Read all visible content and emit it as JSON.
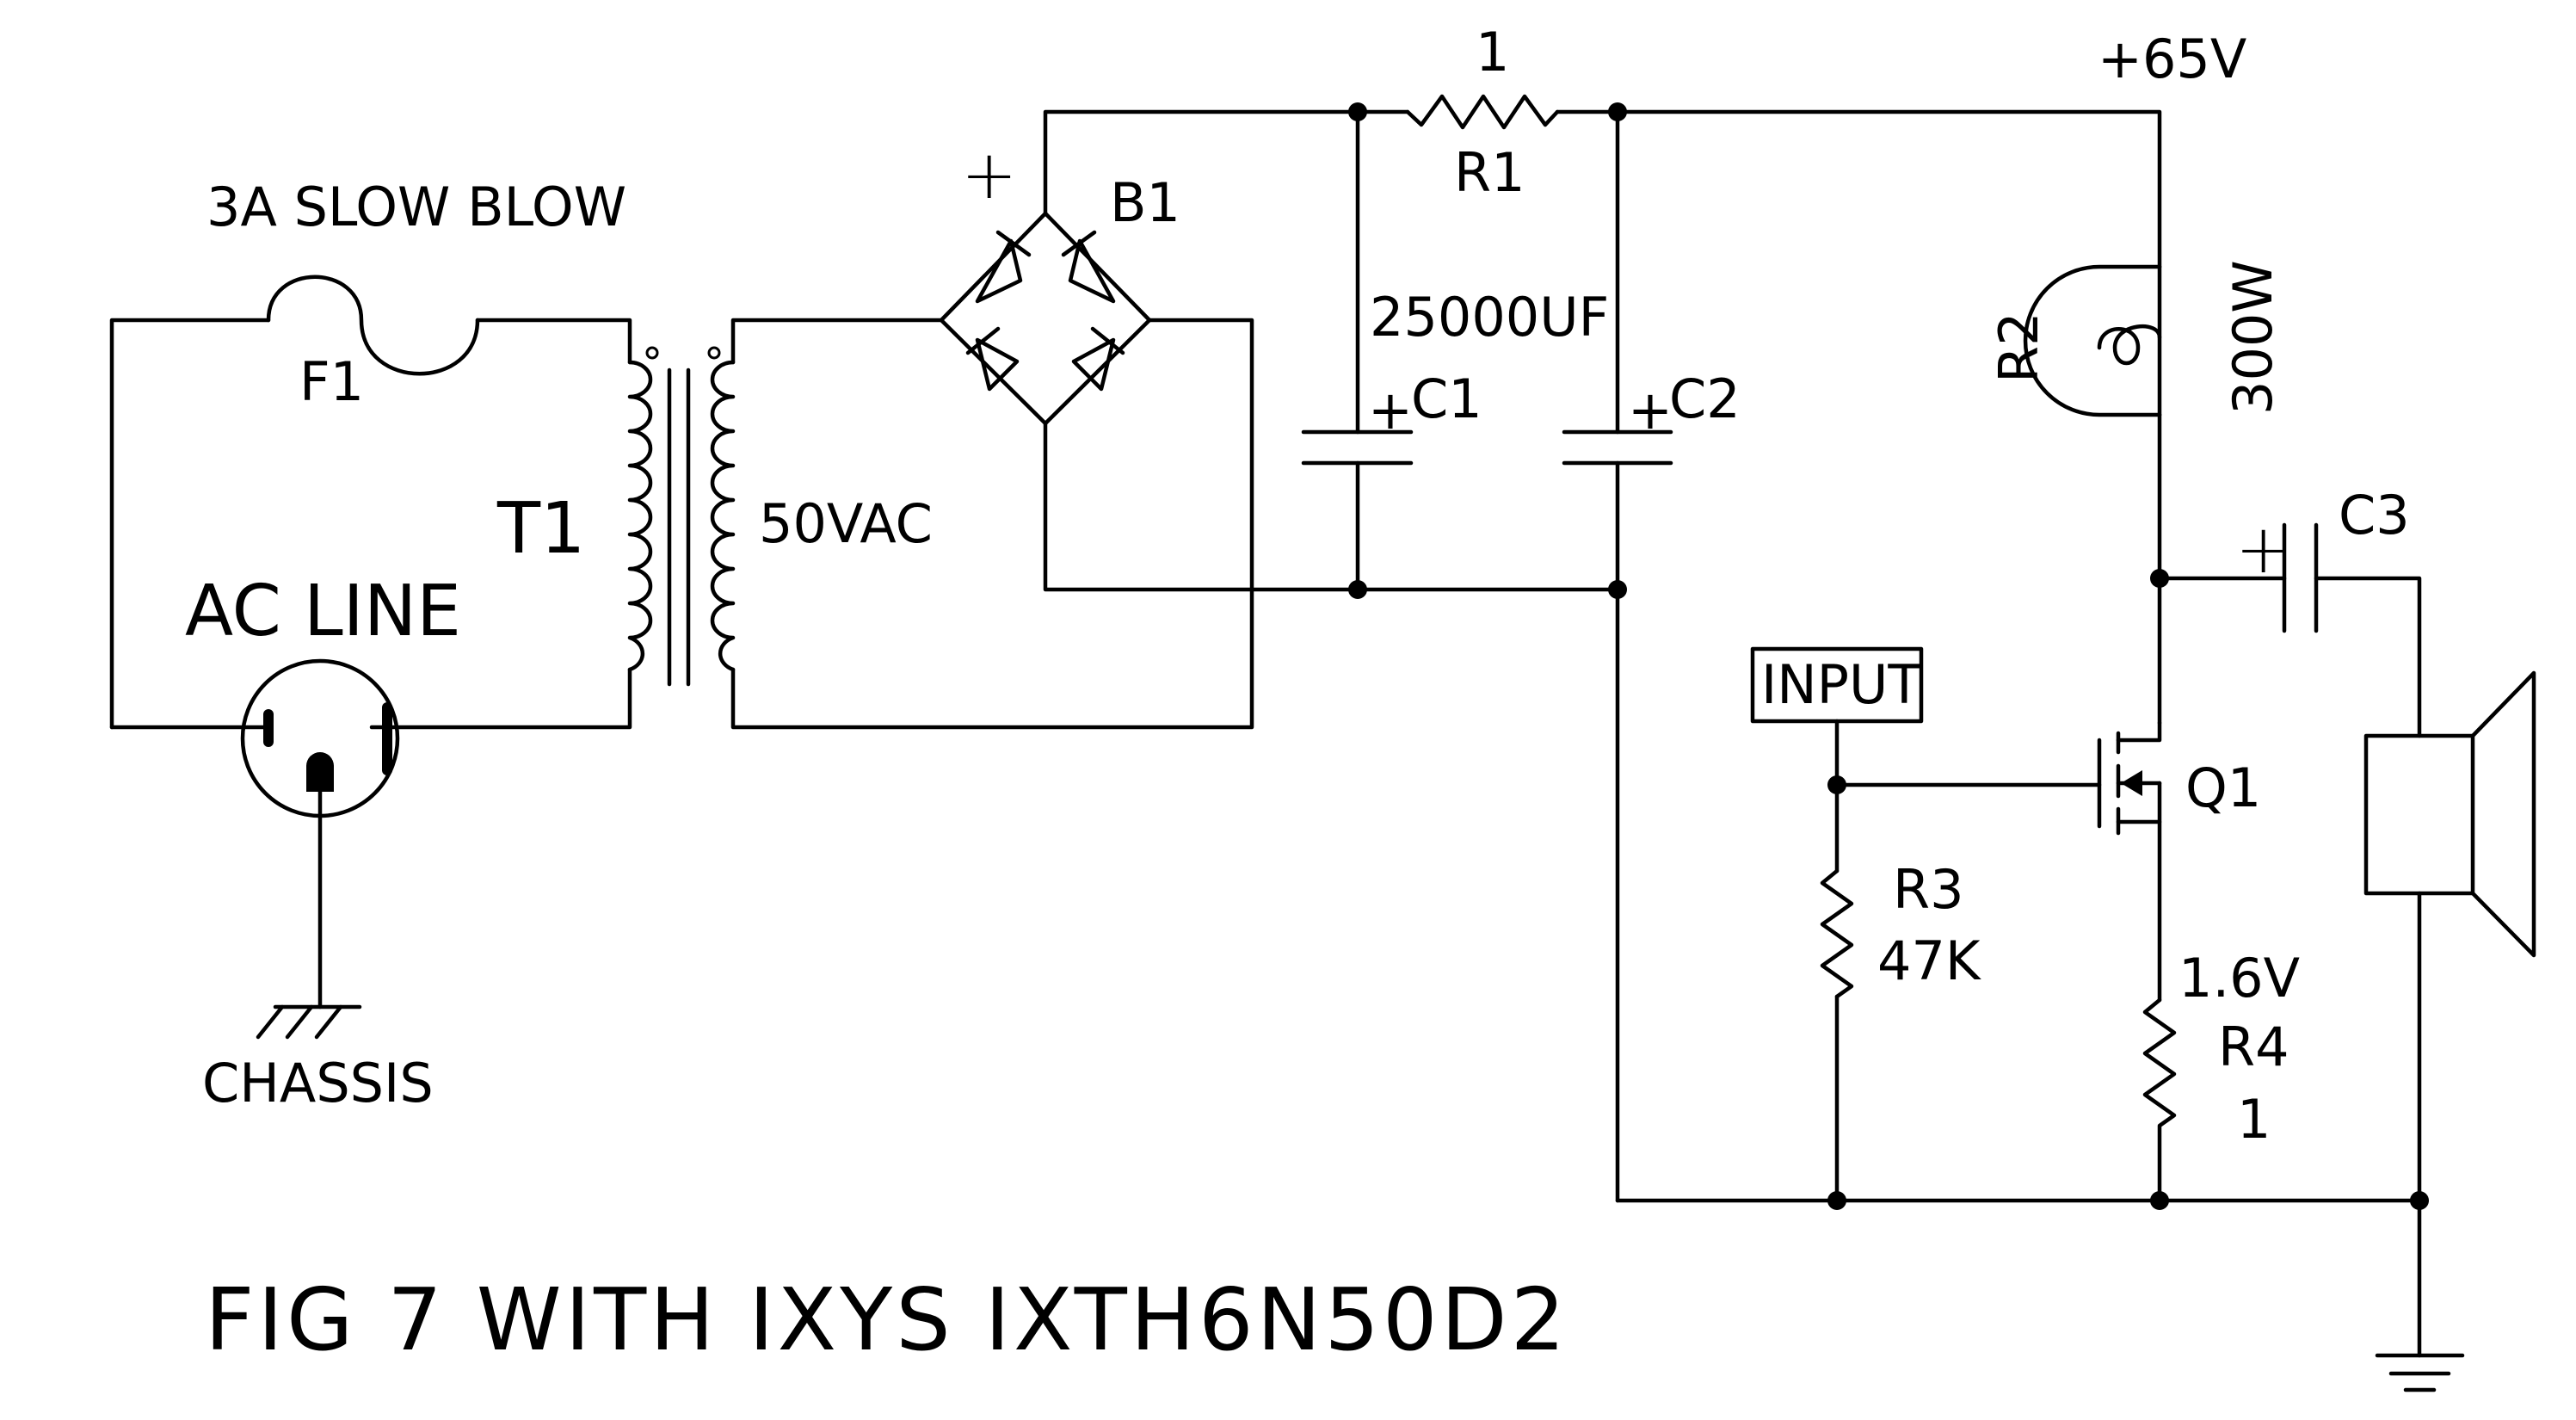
{
  "title": "FIG 7  WITH IXYS  IXTH6N50D2",
  "labels": {
    "fuse_rating": "3A SLOW BLOW",
    "fuse": "F1",
    "transformer": "T1",
    "ac_line": "AC LINE",
    "secondary": "50VAC",
    "chassis": "CHASSIS",
    "bridge_plus": "+",
    "bridge": "B1",
    "r1_value": "1",
    "r1": "R1",
    "supply_voltage": "+65V",
    "cap_value": "25000UF",
    "c1": "C1",
    "c2": "C2",
    "c1_plus": "+",
    "c2_plus": "+",
    "r2": "R2",
    "lamp_power": "300W",
    "c3": "C3",
    "c3_plus": "+",
    "input": "INPUT",
    "q1": "Q1",
    "r3": "R3",
    "r3_value": "47K",
    "source_voltage": "1.6V",
    "r4": "R4",
    "r4_value": "1"
  }
}
